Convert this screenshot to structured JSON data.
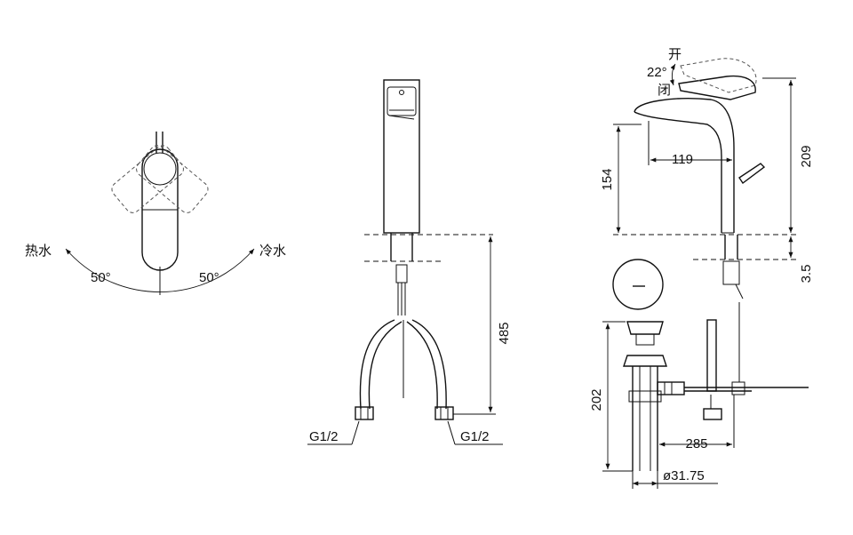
{
  "top_view": {
    "hot_label": "热水",
    "cold_label": "冷水",
    "left_angle": "50°",
    "right_angle": "50°"
  },
  "front_view": {
    "height_dim": "485",
    "left_thread": "G1/2",
    "right_thread": "G1/2"
  },
  "side_view": {
    "open_label": "开",
    "close_label": "闭",
    "lever_angle": "22°",
    "reach_dim": "119",
    "spout_height_dim": "154",
    "total_height_dim": "209",
    "deck_dim": "3.5"
  },
  "drain": {
    "height_dim": "202",
    "offset_dim": "285",
    "diameter_dim": "ø31.75"
  }
}
